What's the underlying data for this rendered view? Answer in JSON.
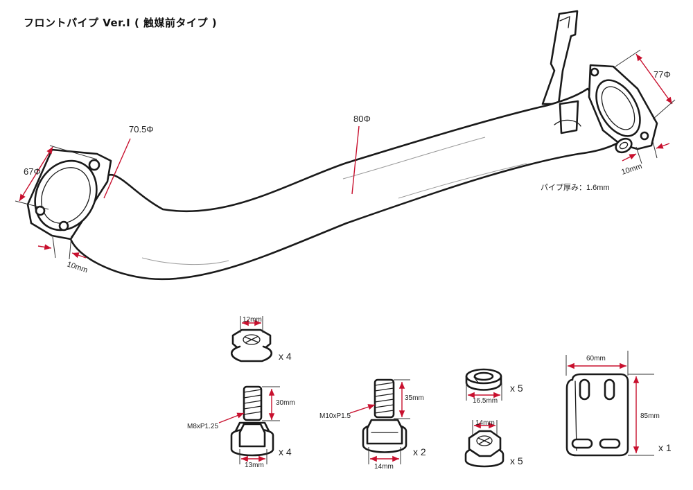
{
  "title": "フロントパイプ Ver.Ⅰ ( 触媒前タイプ )",
  "dimension_labels": {
    "flange_in_dia": "67Φ",
    "pipe_in_dia": "70.5Φ",
    "pipe_main_dia": "80Φ",
    "flange_out_dia": "77Φ",
    "flange_in_thickness": "10mm",
    "flange_out_thickness": "10mm",
    "pipe_wall": "パイプ厚み：1.6mm"
  },
  "parts": {
    "nut_top": {
      "width": "12mm",
      "qty": "x 4"
    },
    "bolt_m8": {
      "thread": "M8xP1.25",
      "length": "30mm",
      "head": "13mm",
      "qty": "x 4"
    },
    "bolt_m10": {
      "thread": "M10xP1.5",
      "length": "35mm",
      "head": "14mm",
      "qty": "x 2"
    },
    "spring_washer": {
      "size": "16.5mm",
      "qty": "x 5"
    },
    "nut_14": {
      "width": "14mm",
      "qty": "x 5"
    },
    "plate": {
      "width": "60mm",
      "height": "85mm",
      "qty": "x 1"
    }
  },
  "colors": {
    "dimension": "#c8102e",
    "ink": "#1a1a1a"
  }
}
